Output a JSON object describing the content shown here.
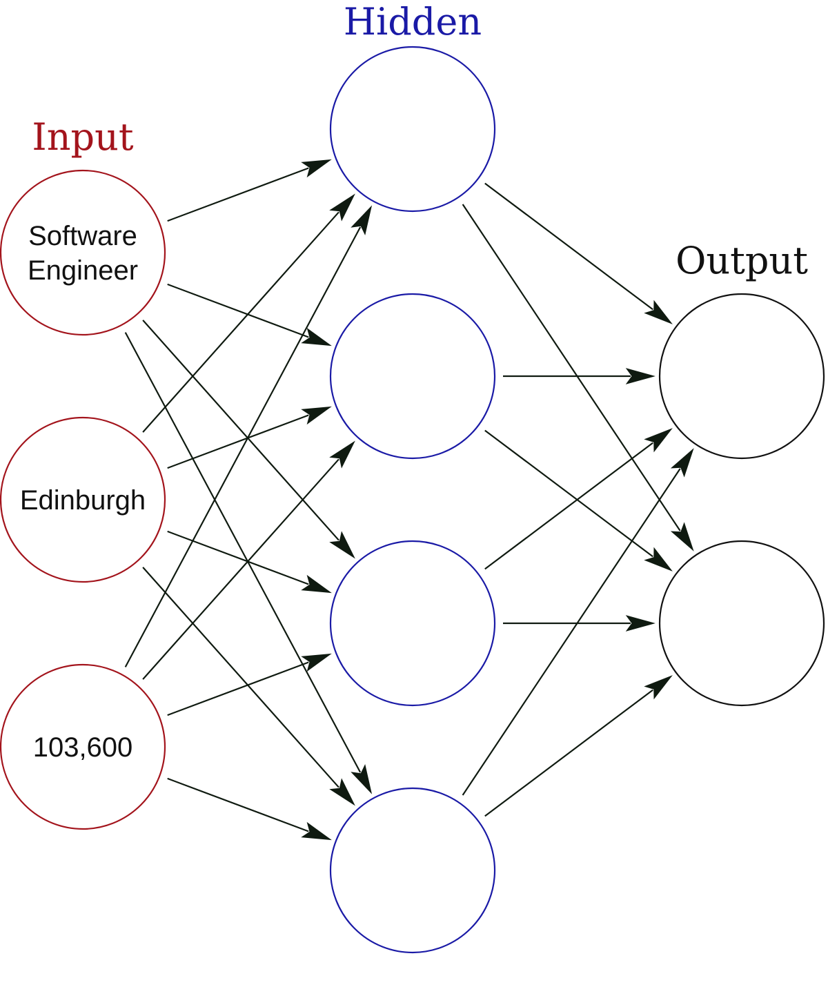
{
  "titles": {
    "input": "Input",
    "hidden": "Hidden",
    "output": "Output"
  },
  "colors": {
    "input": "#a3141c",
    "hidden": "#1a1aa6",
    "output": "#111111",
    "edge": "#0f1a10"
  },
  "input_nodes": [
    {
      "lines": [
        "Software",
        "Engineer"
      ]
    },
    {
      "lines": [
        "Edinburgh"
      ]
    },
    {
      "lines": [
        "103,600"
      ]
    }
  ],
  "hidden_count": 4,
  "output_count": 2,
  "connections": "fully-connected input→hidden→output"
}
